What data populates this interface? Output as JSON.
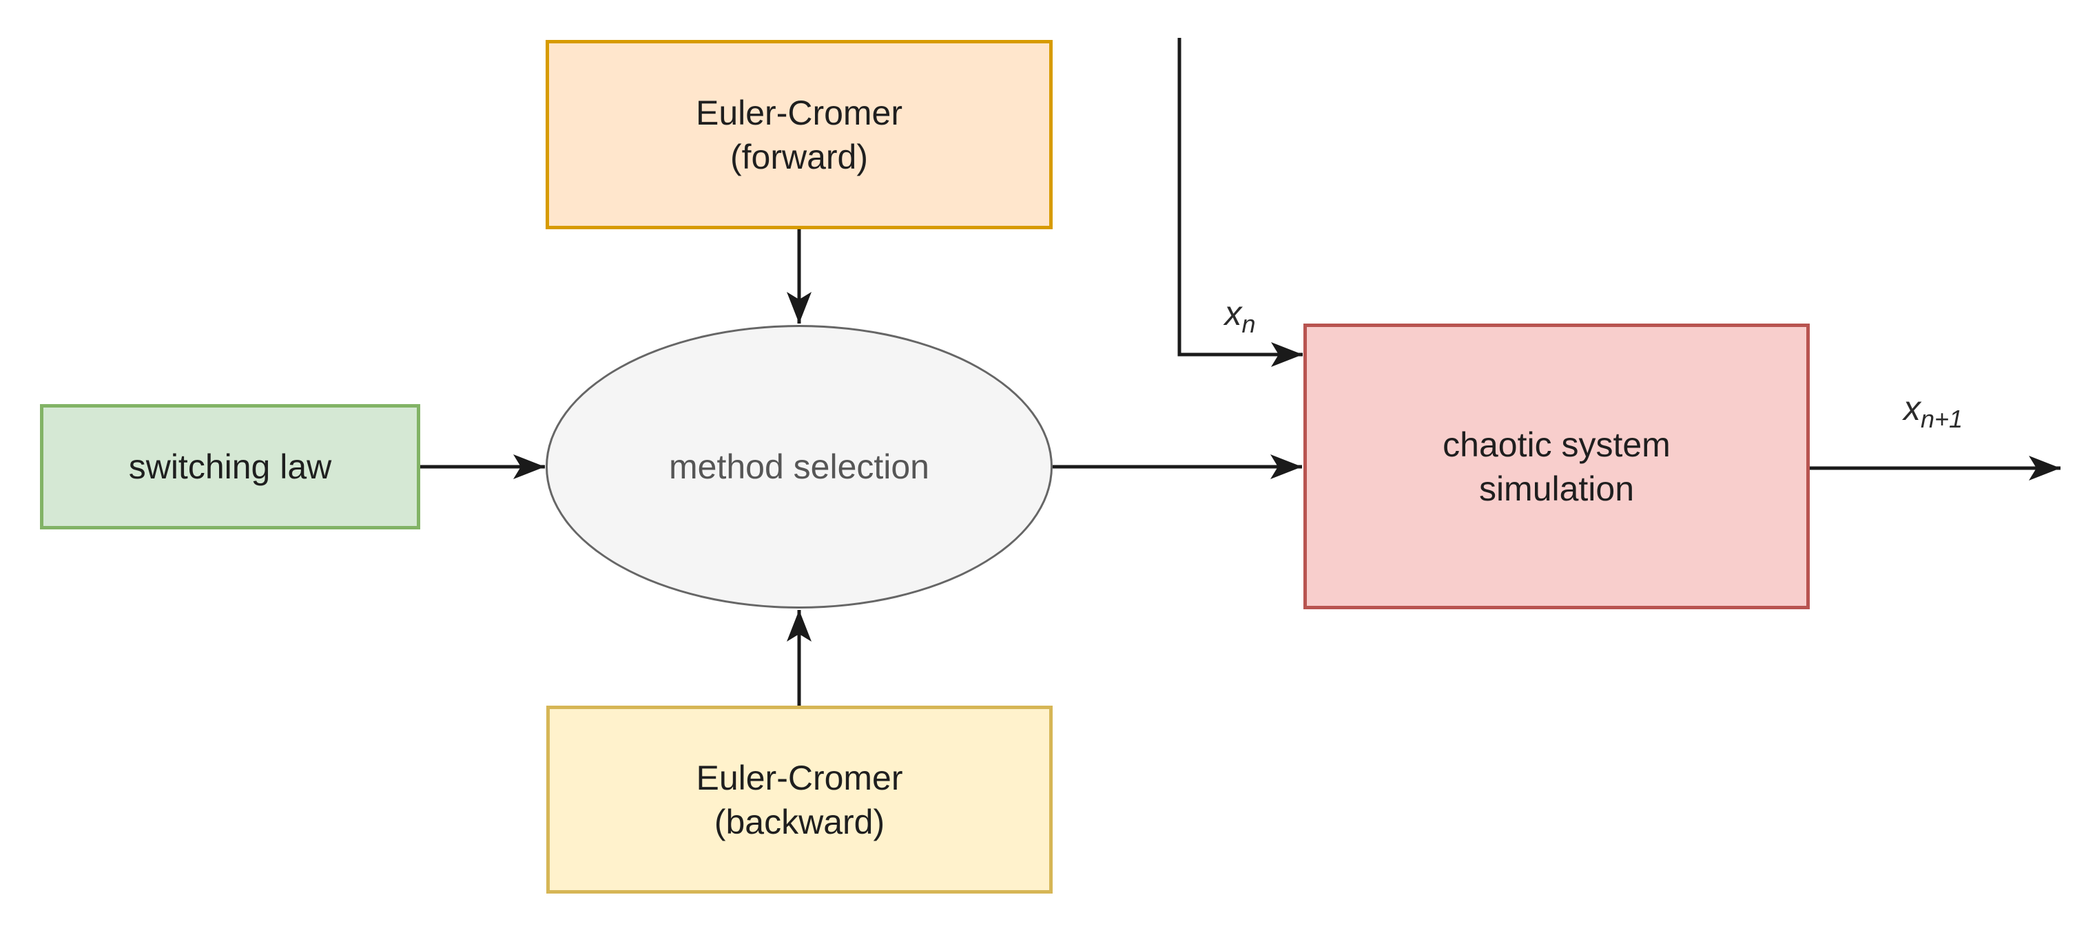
{
  "diagram": {
    "nodes": {
      "euler_forward": {
        "line1": "Euler-Cromer",
        "line2": "(forward)",
        "fill": "#ffe6cc",
        "border": "#d79b00"
      },
      "switching_law": {
        "line1": "switching law",
        "fill": "#d5e8d4",
        "border": "#82b366"
      },
      "method_selection": {
        "line1": "method selection",
        "fill": "#f5f5f5",
        "border": "#666666"
      },
      "euler_backward": {
        "line1": "Euler-Cromer",
        "line2": "(backward)",
        "fill": "#fff2cc",
        "border": "#d6b656"
      },
      "chaotic_system": {
        "line1": "chaotic system",
        "line2": "simulation",
        "fill": "#f8cecc",
        "border": "#b85450"
      }
    },
    "edge_labels": {
      "input": {
        "base": "x",
        "sub": "n"
      },
      "output": {
        "base": "x",
        "sub": "n+1"
      }
    },
    "edges": [
      {
        "from": "euler_forward",
        "to": "method_selection"
      },
      {
        "from": "switching_law",
        "to": "method_selection"
      },
      {
        "from": "euler_backward",
        "to": "method_selection"
      },
      {
        "from": "method_selection",
        "to": "chaotic_system"
      },
      {
        "from": "external-input",
        "to": "chaotic_system",
        "label": "x_n"
      },
      {
        "from": "chaotic_system",
        "to": "external-output",
        "label": "x_n+1"
      }
    ],
    "colors": {
      "arrow": "#1a1a1a",
      "background": "#ffffff"
    }
  }
}
